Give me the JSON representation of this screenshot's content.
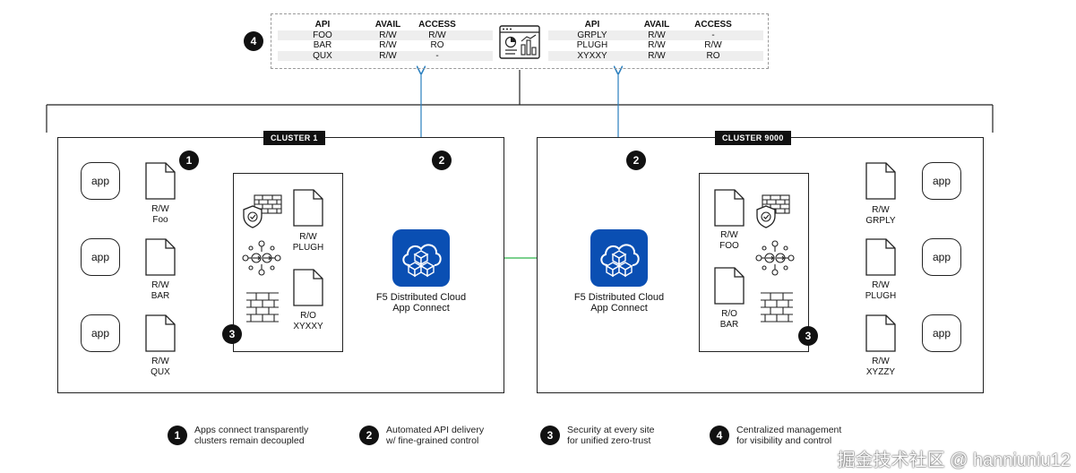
{
  "management": {
    "badge": "4",
    "left_table": {
      "headers": [
        "API",
        "AVAIL",
        "ACCESS"
      ],
      "rows": [
        [
          "FOO",
          "R/W",
          "R/W"
        ],
        [
          "BAR",
          "R/W",
          "RO"
        ],
        [
          "QUX",
          "R/W",
          "-"
        ]
      ]
    },
    "right_table": {
      "headers": [
        "API",
        "AVAIL",
        "ACCESS"
      ],
      "rows": [
        [
          "GRPLY",
          "R/W",
          "-"
        ],
        [
          "PLUGH",
          "R/W",
          "R/W"
        ],
        [
          "XYXXY",
          "R/W",
          "RO"
        ]
      ]
    }
  },
  "cluster1": {
    "label": "CLUSTER 1",
    "apps": [
      "app",
      "app",
      "app"
    ],
    "docs": [
      "R/W\nFoo",
      "R/W\nBAR",
      "R/W\nQUX"
    ],
    "badge_apps": "1",
    "badge_api": "2",
    "badge_security": "3",
    "security_docs": [
      "R/W\nPLUGH",
      "R/O\nXYXXY"
    ],
    "connector_label": "F5 Distributed Cloud\nApp Connect"
  },
  "cluster9000": {
    "label": "CLUSTER 9000",
    "apps": [
      "app",
      "app",
      "app"
    ],
    "docs": [
      "R/W\nGRPLY",
      "R/W\nPLUGH",
      "R/W\nXYZZY"
    ],
    "badge_api": "2",
    "badge_security": "3",
    "security_docs": [
      "R/W\nFOO",
      "R/O\nBAR"
    ],
    "connector_label": "F5 Distributed Cloud\nApp Connect"
  },
  "legend": [
    {
      "num": "1",
      "text": "Apps connect transparently\nclusters remain decoupled"
    },
    {
      "num": "2",
      "text": "Automated API delivery\nw/ fine-grained control"
    },
    {
      "num": "3",
      "text": "Security at every site\nfor unified zero-trust"
    },
    {
      "num": "4",
      "text": "Centralized management\nfor visibility and control"
    }
  ],
  "watermark": "掘金技术社区 @ hanniuniu12",
  "colors": {
    "link_green": "#2db34a",
    "api_blue": "#2a7fbf",
    "f5_blue": "#0a4fb3"
  }
}
